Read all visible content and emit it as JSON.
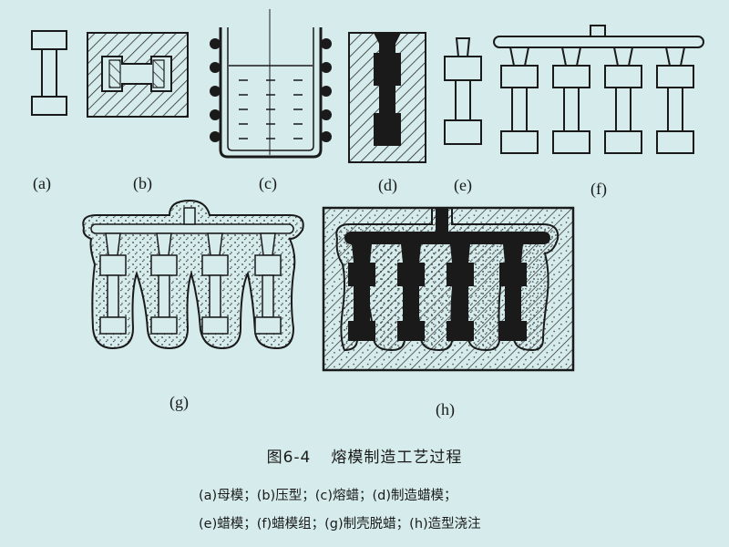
{
  "panels": [
    {
      "id": "a",
      "label": "(a)"
    },
    {
      "id": "b",
      "label": "(b)"
    },
    {
      "id": "c",
      "label": "(c)"
    },
    {
      "id": "d",
      "label": "(d)"
    },
    {
      "id": "e",
      "label": "(e)"
    },
    {
      "id": "f",
      "label": "(f)"
    },
    {
      "id": "g",
      "label": "(g)"
    },
    {
      "id": "h",
      "label": "(h)"
    }
  ],
  "caption": {
    "number": "图6-4",
    "title": "熔模制造工艺过程"
  },
  "legend": {
    "line1": "(a)母模；(b)压型；(c)熔蜡；(d)制造蜡模；",
    "line2": "(e)蜡模；(f)蜡模组；(g)制壳脱蜡；(h)造型浇注"
  },
  "colors": {
    "background": "#d6ecec",
    "ink": "#1a1a1a",
    "hatch": "#2a2a2a"
  }
}
